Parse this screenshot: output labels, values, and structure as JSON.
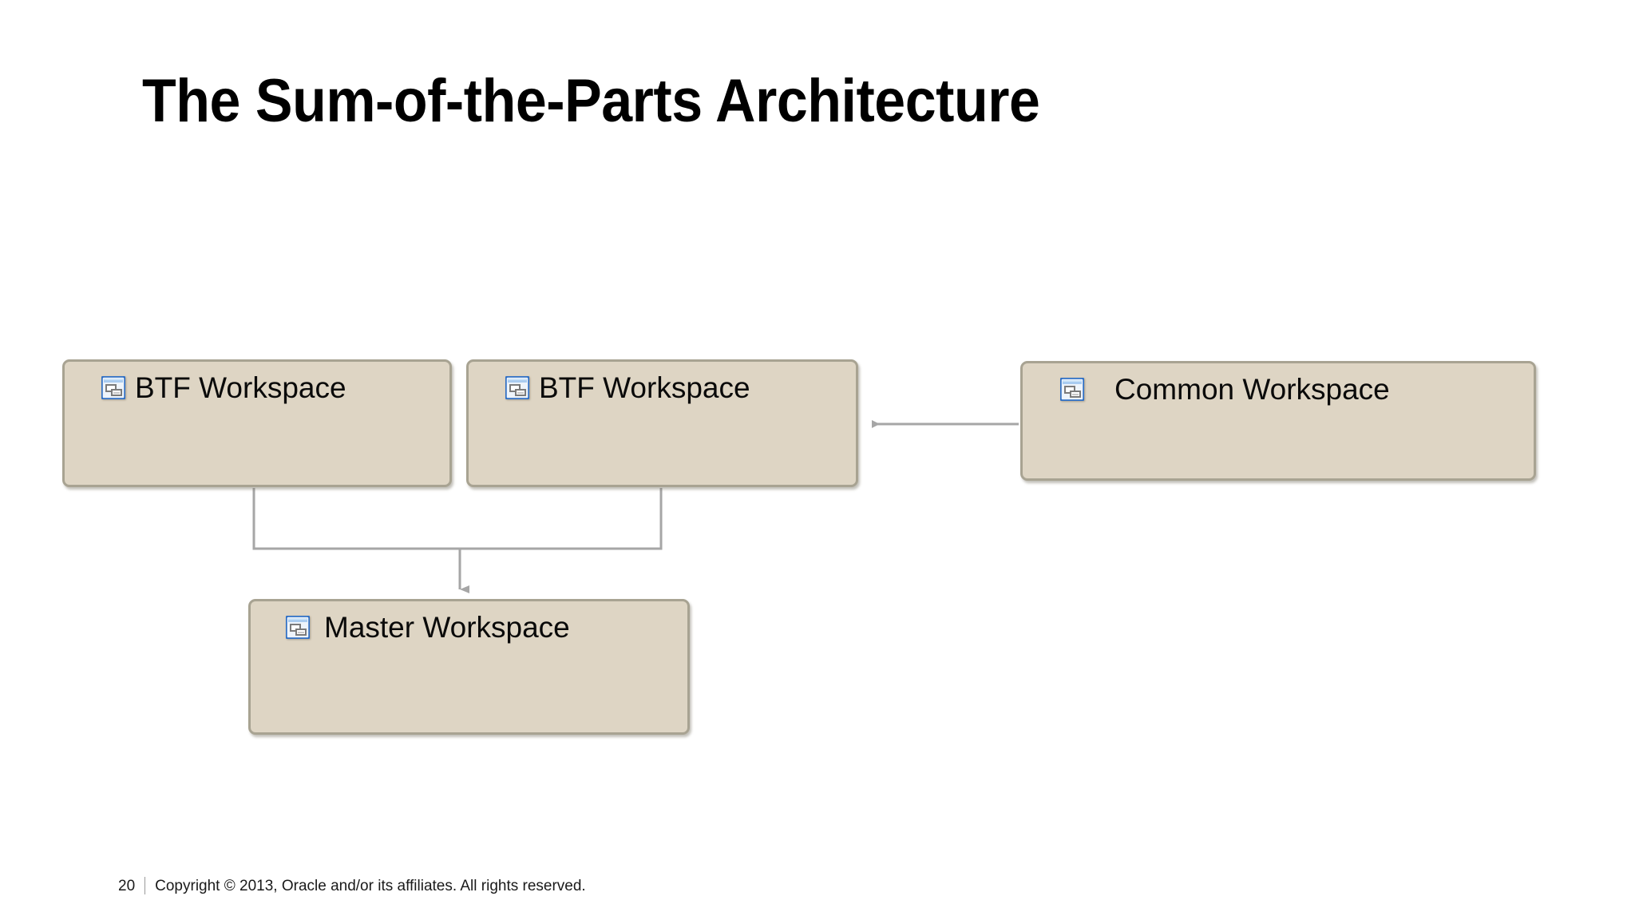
{
  "slide": {
    "title": "The Sum-of-the-Parts Architecture",
    "background_color": "#ffffff"
  },
  "theme": {
    "box_fill": "#ded5c4",
    "box_border": "#a8a392",
    "connector_color": "#a6a6a6",
    "text_color": "#000000",
    "icon_blue": "#3c7fd0",
    "icon_titlebar": "#a9ccf0",
    "icon_body": "#eef4fb"
  },
  "diagram": {
    "type": "block-diagram",
    "nodes": [
      {
        "id": "btf-1",
        "label": "BTF Workspace",
        "icon": "workspace-icon"
      },
      {
        "id": "btf-2",
        "label": "BTF Workspace",
        "icon": "workspace-icon"
      },
      {
        "id": "common",
        "label": "Common Workspace",
        "icon": "workspace-icon"
      },
      {
        "id": "master",
        "label": "Master Workspace",
        "icon": "workspace-icon"
      }
    ],
    "edges": [
      {
        "from": "common",
        "to": "btf-2",
        "style": "arrow-left",
        "direction": "horizontal"
      },
      {
        "from": "btf-1",
        "to": "master",
        "style": "arrow-down",
        "direction": "merge"
      },
      {
        "from": "btf-2",
        "to": "master",
        "style": "arrow-down",
        "direction": "merge"
      }
    ]
  },
  "footer": {
    "page_number": "20",
    "copyright": "Copyright © 2013, Oracle and/or its affiliates. All rights reserved."
  }
}
